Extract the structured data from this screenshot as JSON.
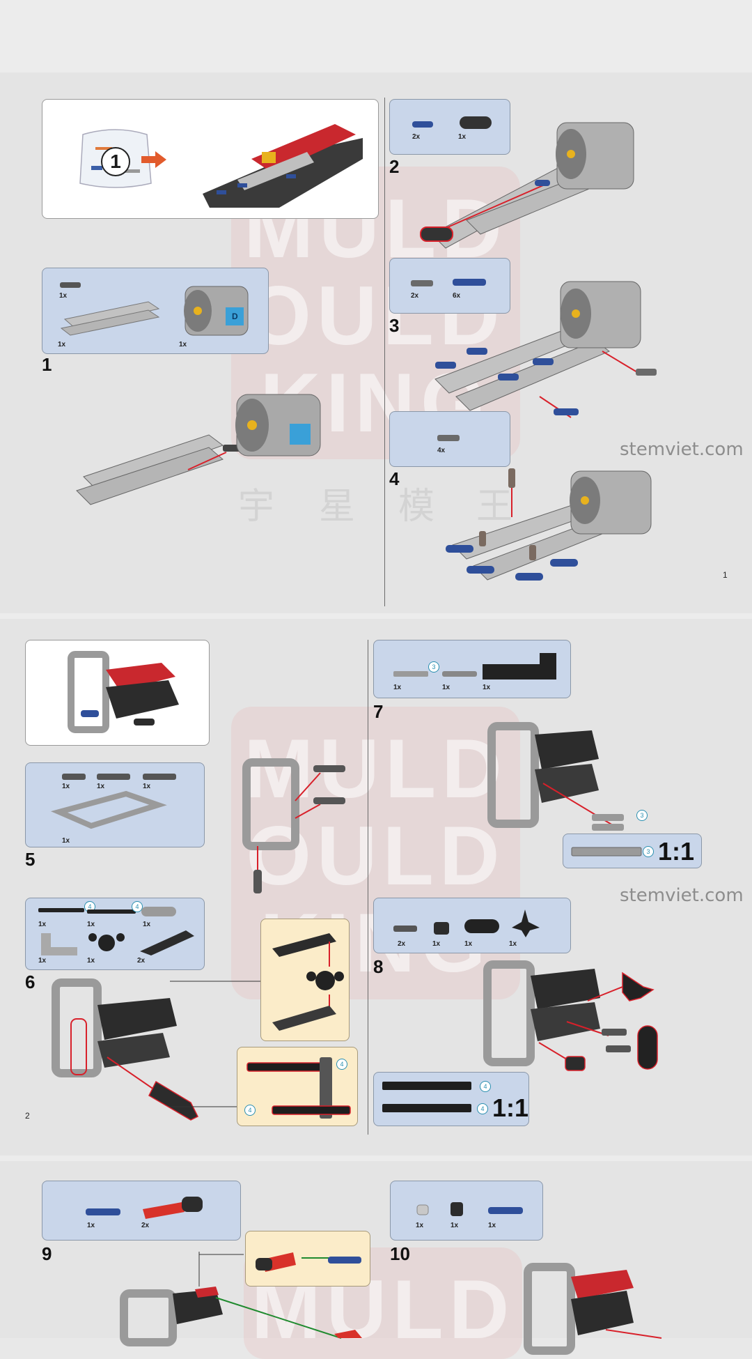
{
  "watermark": {
    "brand_lines": [
      "MULD",
      "OULD",
      "KING"
    ],
    "cn_chars": [
      "宇",
      "星",
      "模",
      "王"
    ],
    "site": "stemviet.com"
  },
  "page1": {
    "intro_bag": "1",
    "step1": {
      "number": "1",
      "parts": [
        "1x",
        "1x",
        "1x"
      ],
      "tag": "D"
    },
    "step2": {
      "number": "2",
      "parts": [
        "2x",
        "1x"
      ]
    },
    "step3": {
      "number": "3",
      "parts": [
        "2x",
        "6x"
      ]
    },
    "step4": {
      "number": "4",
      "parts": [
        "4x"
      ]
    },
    "page_number": "1"
  },
  "page2": {
    "step5": {
      "number": "5",
      "parts": [
        "1x",
        "1x",
        "1x",
        "1x"
      ]
    },
    "step6": {
      "number": "6",
      "parts": [
        "1x",
        "1x",
        "1x",
        "1x",
        "1x",
        "2x"
      ],
      "len_a": "4",
      "len_b": "4",
      "callout_len_a": "4",
      "callout_len_b": "4"
    },
    "step7": {
      "number": "7",
      "parts": [
        "1x",
        "1x",
        "1x"
      ],
      "len": "3",
      "callout_len": "3",
      "ratio_len": "3",
      "ratio": "1:1"
    },
    "step8": {
      "number": "8",
      "parts": [
        "2x",
        "1x",
        "1x",
        "1x"
      ],
      "ratio_len_a": "4",
      "ratio_len_b": "4",
      "ratio": "1:1"
    },
    "page_number": "2"
  },
  "page3": {
    "step9": {
      "number": "9",
      "parts": [
        "1x",
        "2x"
      ]
    },
    "step10": {
      "number": "10",
      "parts": [
        "1x",
        "1x",
        "1x"
      ]
    }
  },
  "colors": {
    "panel_blue": "#c9d6ea",
    "callout_yellow": "#fbecc9",
    "arrow_red": "#d8202a",
    "arrow_green": "#1f8a2e",
    "technic_blue": "#2f4f9a",
    "beam_gray": "#b8b8b8",
    "dark_gray": "#3a3a3a"
  }
}
